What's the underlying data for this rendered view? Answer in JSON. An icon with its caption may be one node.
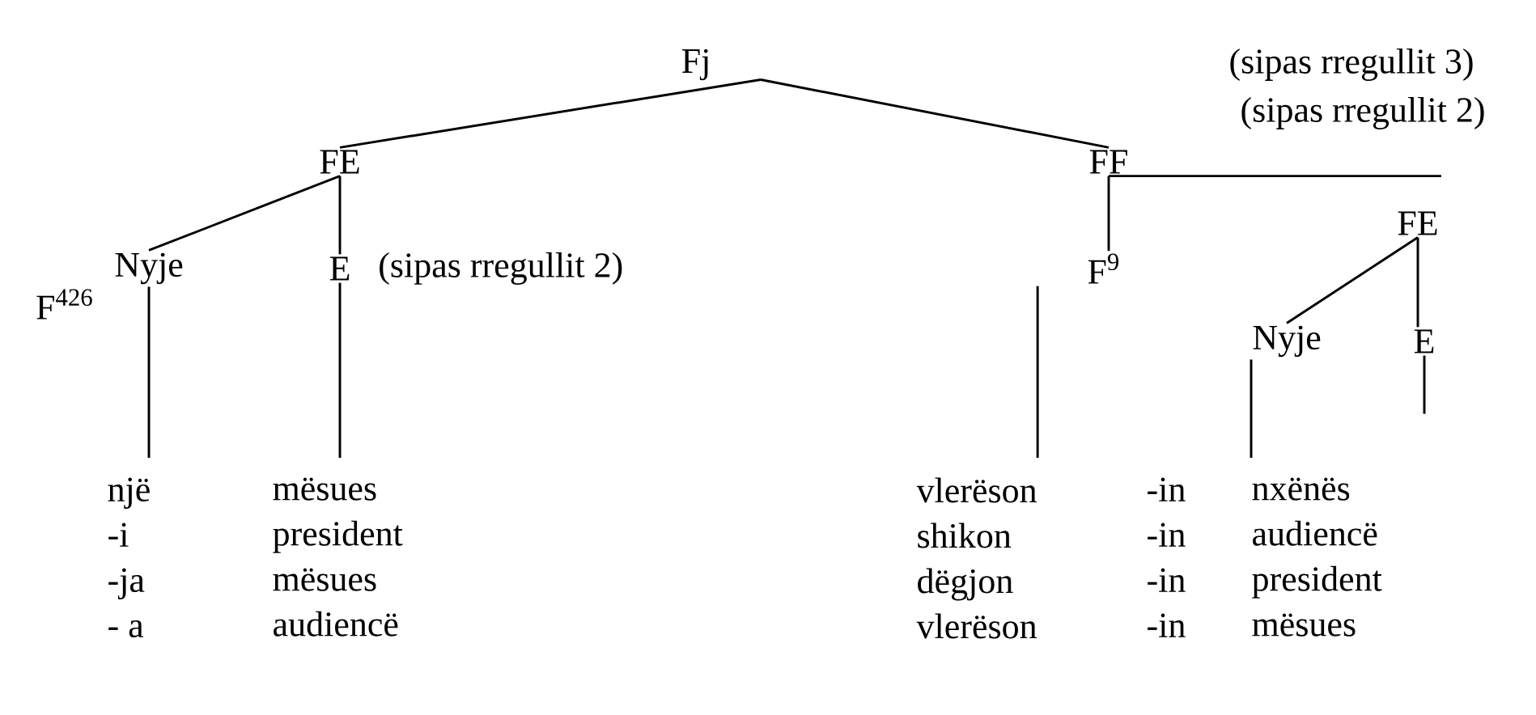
{
  "diagram": {
    "nodes": [
      {
        "text": [
          "Fj"
        ]
      },
      {
        "text": [
          "FE"
        ]
      },
      {
        "text": [
          "FF"
        ]
      },
      {
        "text": [
          "Nyje"
        ]
      },
      {
        "text": [
          "E"
        ],
        "beside": [
          "(sipas rregullit 2)"
        ]
      },
      {
        "text": [
          "F$^{9}$"
        ]
      },
      {
        "text": [
          "FE"
        ]
      },
      {
        "text": [
          "Nyje"
        ]
      },
      {
        "text": [
          "E"
        ]
      },
      {
        "text": [
          "një",
          "-i",
          "-ja",
          "- a"
        ]
      },
      {
        "text": [
          "mësues",
          "president",
          "mësues",
          "audiencë"
        ]
      },
      {
        "text": [
          "vlerëson",
          "shikon",
          "dëgjon",
          "vlerëson"
        ]
      },
      {
        "text": [
          "-in",
          "-in",
          "-in",
          "-in"
        ]
      },
      {
        "text": [
          "nxënës",
          "audiencë",
          "president",
          "mësues"
        ]
      }
    ],
    "edges": [
      {
        "from": 0,
        "to": 1,
        "arrow": "none"
      },
      {
        "from": 0,
        "to": 2,
        "arrow": "none"
      },
      {
        "from": 1,
        "to": 3,
        "arrow": "none"
      },
      {
        "from": 1,
        "to": 4,
        "arrow": "none"
      },
      {
        "from": 2,
        "to": 5,
        "arrow": "none"
      },
      {
        "from": 2,
        "to": 6,
        "arrow": "none"
      },
      {
        "from": 6,
        "to": 7,
        "arrow": "none"
      },
      {
        "from": 6,
        "to": 8,
        "arrow": "none"
      },
      {
        "from": 3,
        "to": 9,
        "arrow": "none"
      },
      {
        "from": 4,
        "to": 10,
        "arrow": "none"
      },
      {
        "from": 5,
        "to": 11,
        "arrow": "none"
      },
      {
        "from": 7,
        "to": 13,
        "arrow": "none"
      },
      {
        "from": 8,
        "to": null,
        "arrow": "none"
      }
    ],
    "labels": [
      "(sipas rregullit 3)",
      "(sipas rregullit 2)",
      "F$^{426}$"
    ]
  }
}
